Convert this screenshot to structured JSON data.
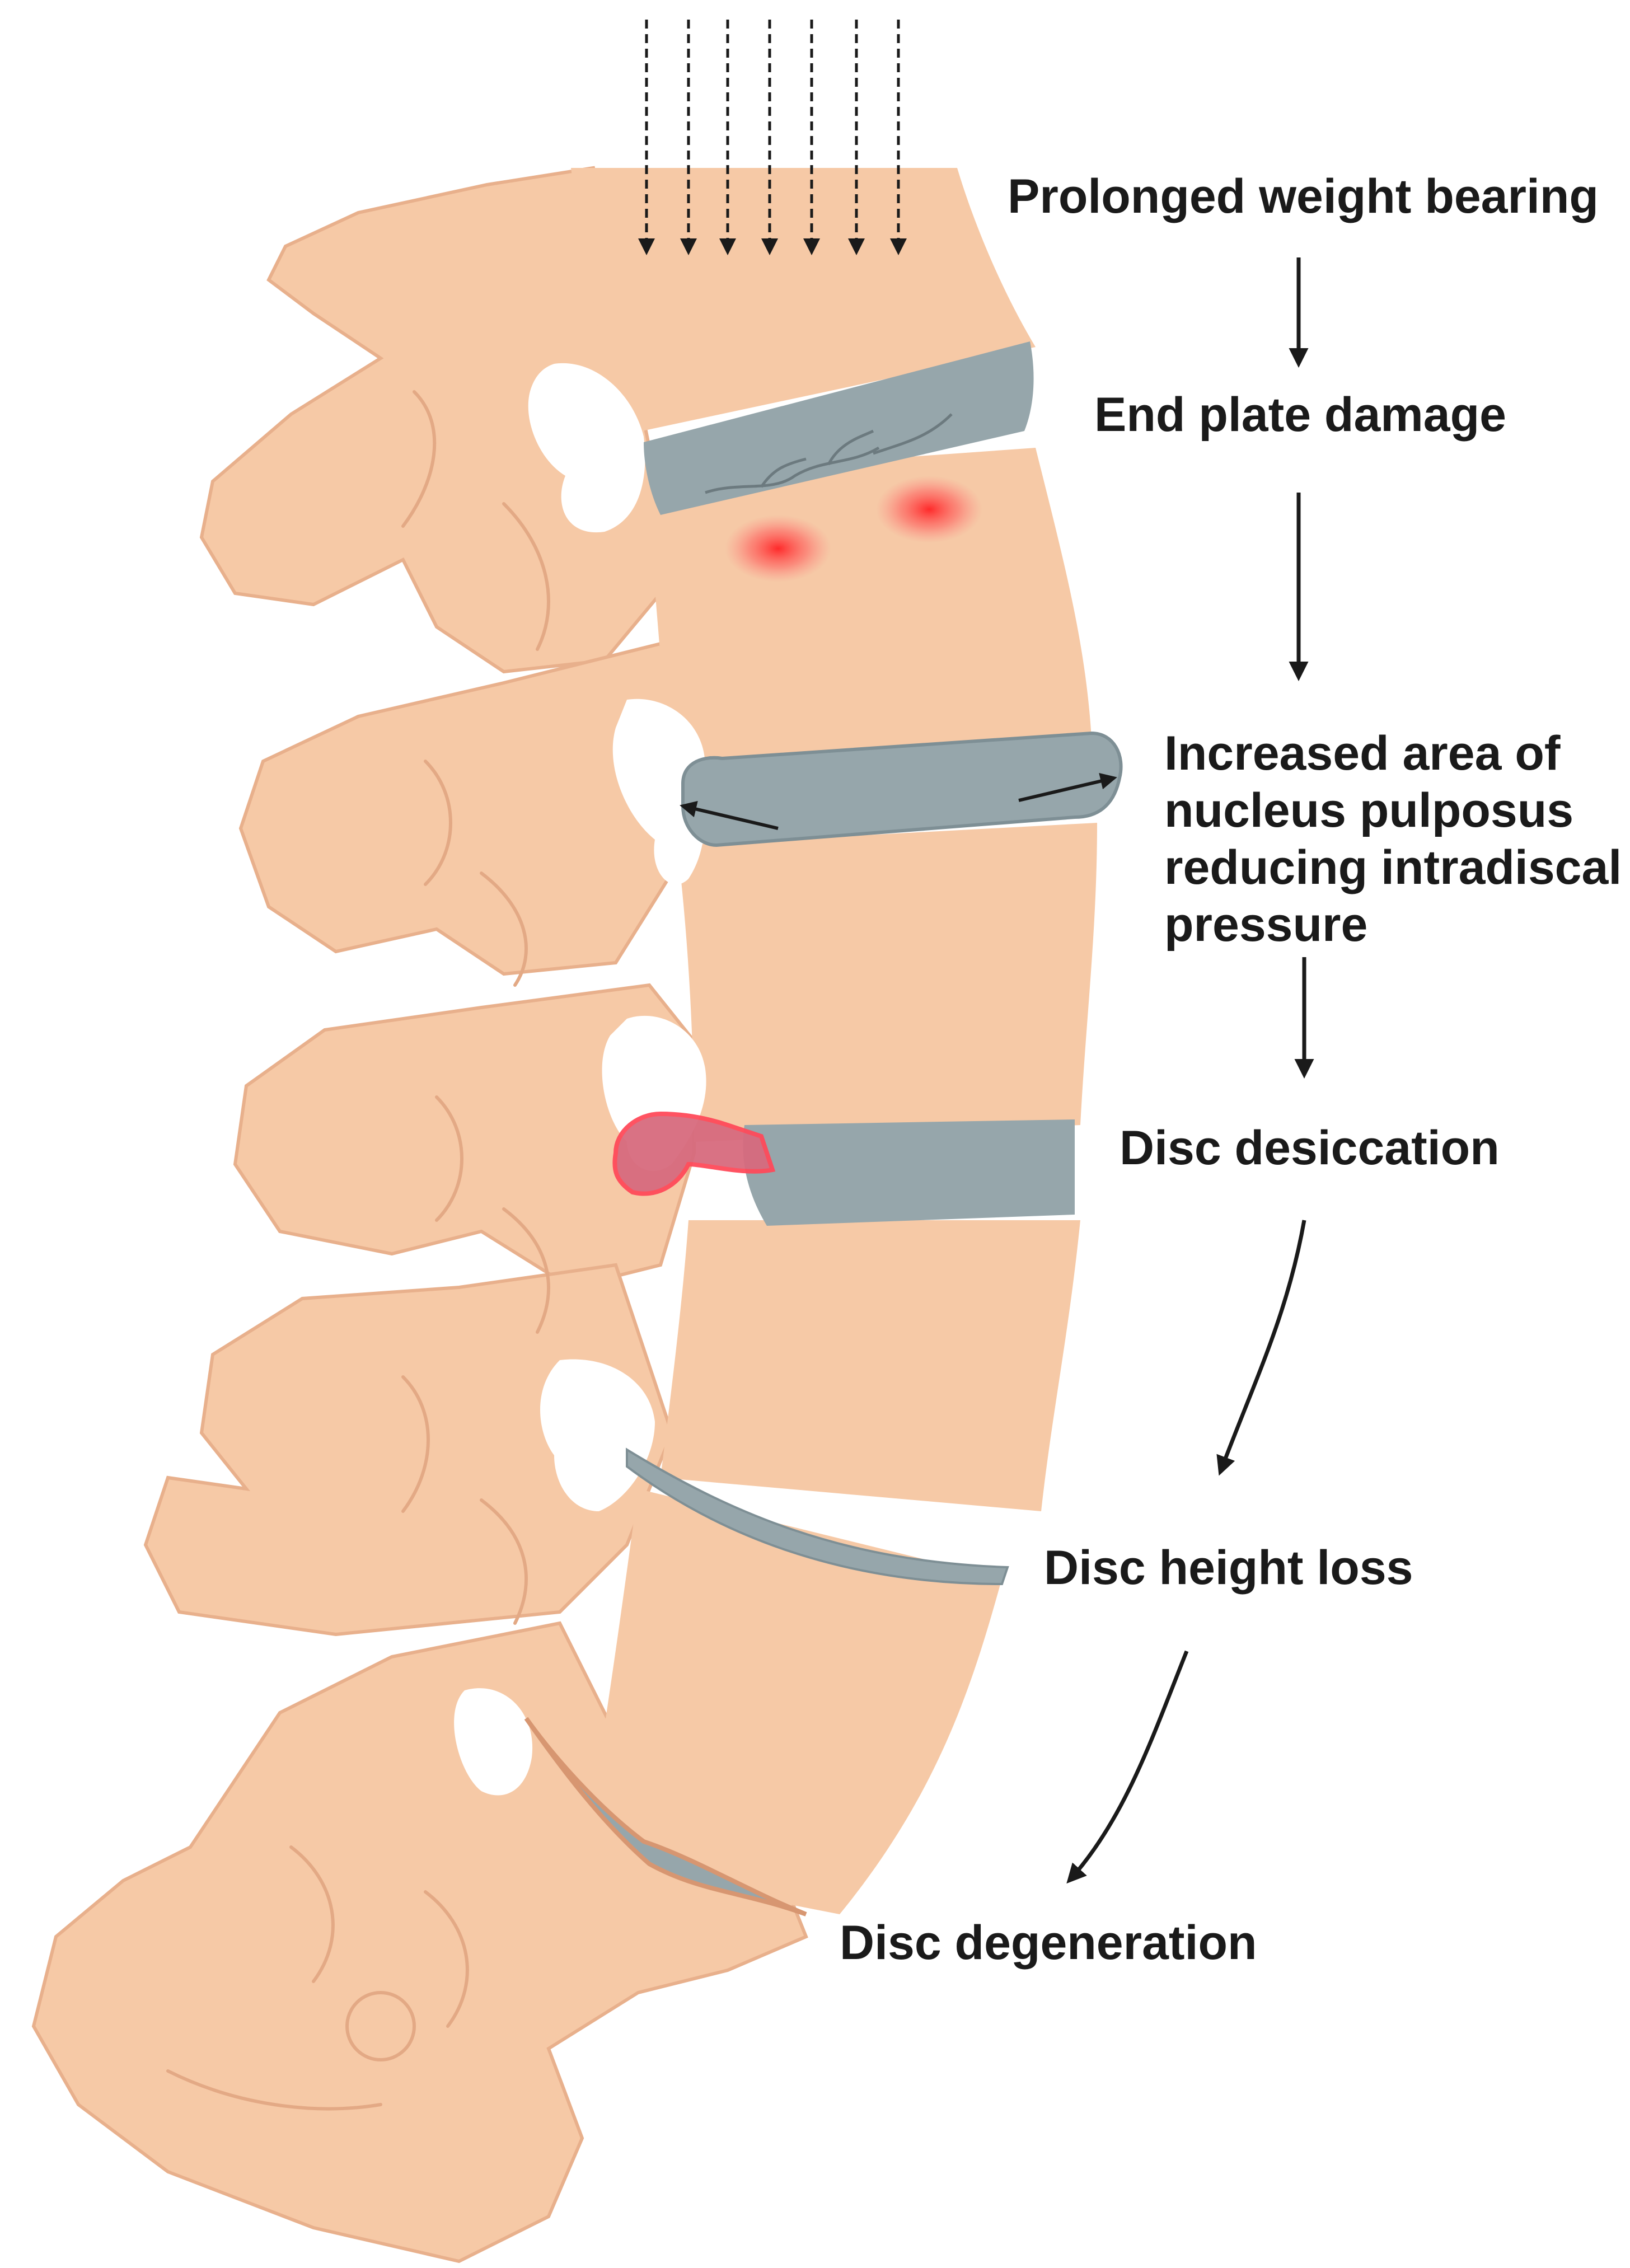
{
  "steps": {
    "prolonged_weight_bearing": "Prolonged weight bearing",
    "end_plate_damage": "End plate damage",
    "increased_area": [
      "Increased area of",
      "nucleus pulposus",
      "reducing intradiscal",
      "pressure"
    ],
    "disc_desiccation": "Disc desiccation",
    "disc_height_loss": "Disc height loss",
    "disc_degeneration": "Disc degeneration"
  },
  "colors": {
    "bone": "#f6c9a6",
    "bone_line": "#e3a985",
    "disc": "#96a6ab",
    "disc_dark": "#7e8f95",
    "inflammation": "#ff3b3b",
    "arrow": "#1a1a1a"
  },
  "icons": [
    "load-arrows-icon",
    "flow-arrow-icon",
    "spine-illustration"
  ]
}
